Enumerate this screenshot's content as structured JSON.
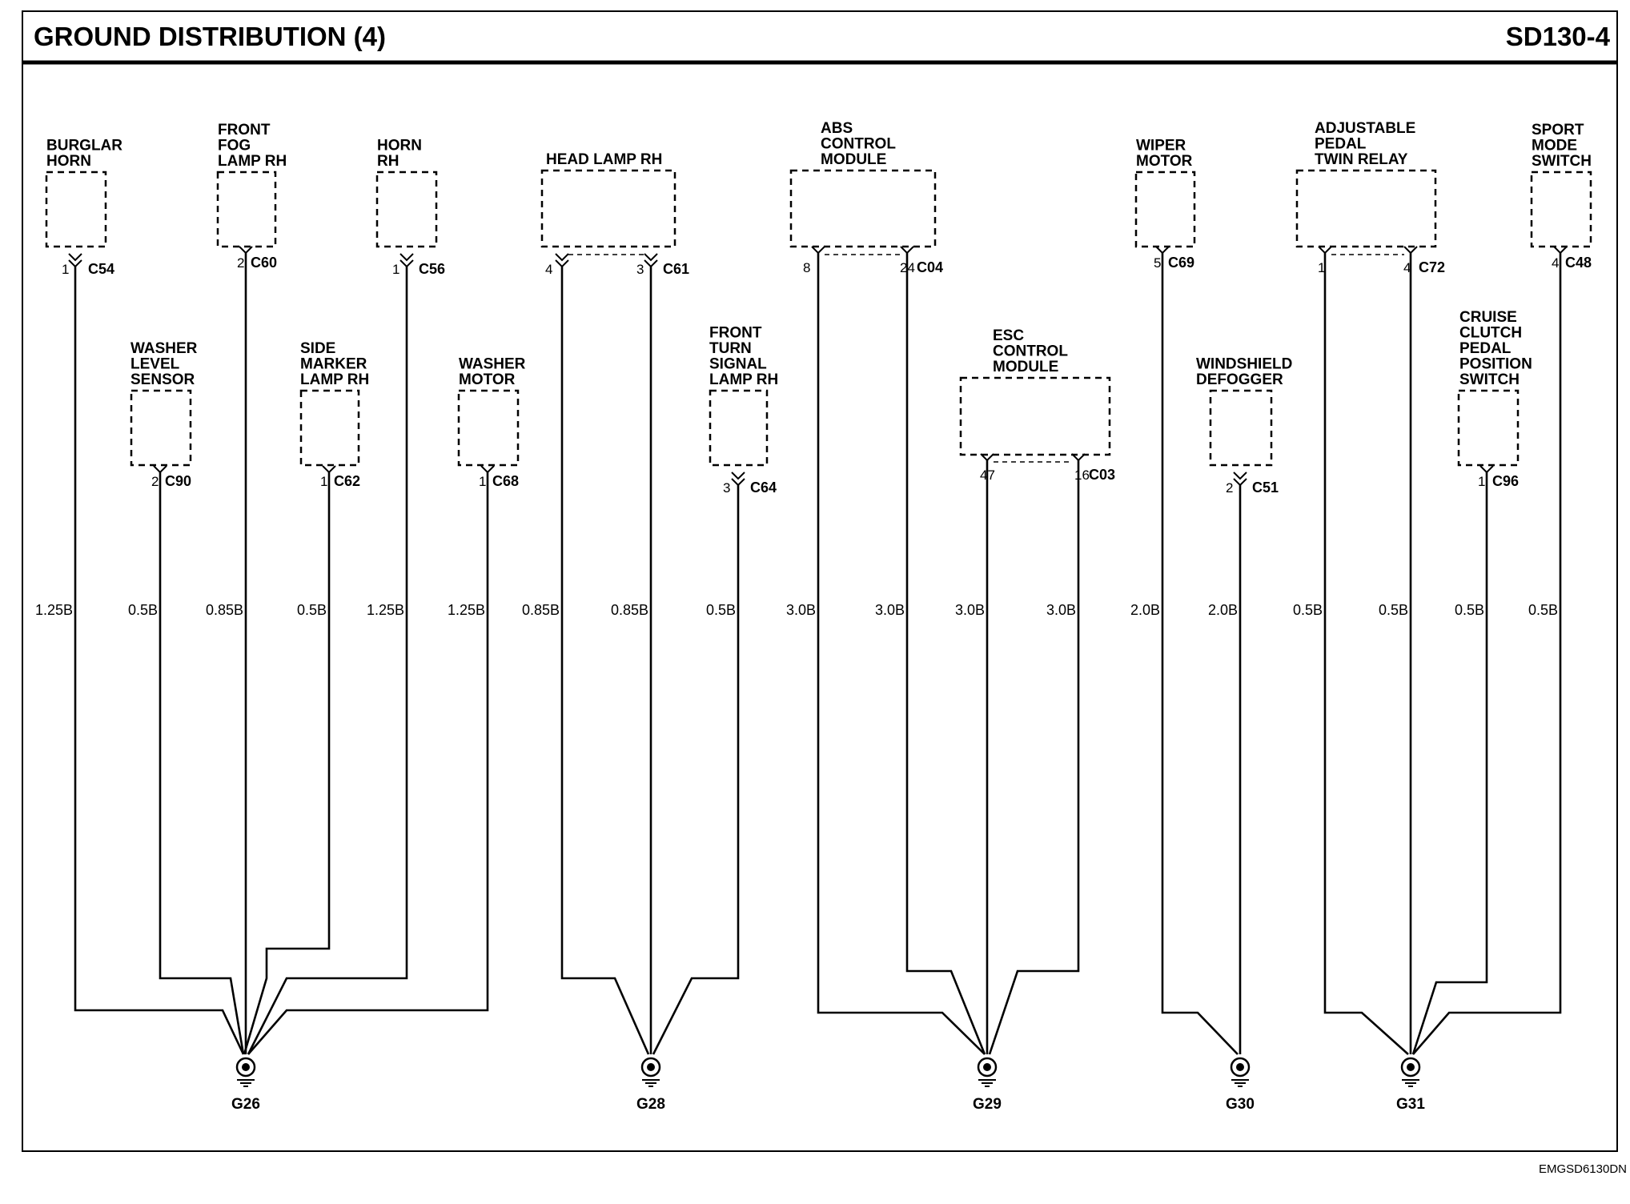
{
  "header": {
    "title": "GROUND DISTRIBUTION (4)",
    "page_code": "SD130-4"
  },
  "footer": {
    "doc_code": "EMGSD6130DN"
  },
  "components": [
    {
      "id": "burglar-horn",
      "label": [
        "BURGLAR",
        "HORN"
      ]
    },
    {
      "id": "front-fog-lamp-rh",
      "label": [
        "FRONT",
        "FOG",
        "LAMP RH"
      ]
    },
    {
      "id": "horn-rh",
      "label": [
        "HORN",
        "RH"
      ]
    },
    {
      "id": "washer-level-sensor",
      "label": [
        "WASHER",
        "LEVEL",
        "SENSOR"
      ]
    },
    {
      "id": "side-marker-lamp-rh",
      "label": [
        "SIDE",
        "MARKER",
        "LAMP RH"
      ]
    },
    {
      "id": "washer-motor",
      "label": [
        "WASHER",
        "MOTOR"
      ]
    },
    {
      "id": "head-lamp-rh",
      "label": [
        "HEAD LAMP RH"
      ]
    },
    {
      "id": "front-turn-signal-lamp-rh",
      "label": [
        "FRONT",
        "TURN",
        "SIGNAL",
        "LAMP RH"
      ]
    },
    {
      "id": "abs-control-module",
      "label": [
        "ABS",
        "CONTROL",
        "MODULE"
      ]
    },
    {
      "id": "esc-control-module",
      "label": [
        "ESC",
        "CONTROL",
        "MODULE"
      ]
    },
    {
      "id": "wiper-motor",
      "label": [
        "WIPER",
        "MOTOR"
      ]
    },
    {
      "id": "windshield-defogger",
      "label": [
        "WINDSHIELD",
        "DEFOGGER"
      ]
    },
    {
      "id": "adjustable-pedal-twin-relay",
      "label": [
        "ADJUSTABLE",
        "PEDAL",
        "TWIN RELAY"
      ]
    },
    {
      "id": "cruise-clutch-pedal-position-switch",
      "label": [
        "CRUISE",
        "CLUTCH",
        "PEDAL",
        "POSITION",
        "SWITCH"
      ]
    },
    {
      "id": "sport-mode-switch",
      "label": [
        "SPORT",
        "MODE",
        "SWITCH"
      ]
    }
  ],
  "connectors": [
    {
      "id": "C54",
      "pins": [
        "1"
      ]
    },
    {
      "id": "C60",
      "pins": [
        "2"
      ]
    },
    {
      "id": "C56",
      "pins": [
        "1"
      ]
    },
    {
      "id": "C90",
      "pins": [
        "2"
      ]
    },
    {
      "id": "C62",
      "pins": [
        "1"
      ]
    },
    {
      "id": "C68",
      "pins": [
        "1"
      ]
    },
    {
      "id": "C61",
      "pins": [
        "4",
        "3"
      ]
    },
    {
      "id": "C64",
      "pins": [
        "3"
      ]
    },
    {
      "id": "C04",
      "pins": [
        "8",
        "24"
      ]
    },
    {
      "id": "C03",
      "pins": [
        "47",
        "16"
      ]
    },
    {
      "id": "C69",
      "pins": [
        "5"
      ]
    },
    {
      "id": "C51",
      "pins": [
        "2"
      ]
    },
    {
      "id": "C72",
      "pins": [
        "1",
        "4"
      ]
    },
    {
      "id": "C96",
      "pins": [
        "1"
      ]
    },
    {
      "id": "C48",
      "pins": [
        "4"
      ]
    }
  ],
  "wires": [
    {
      "from": "C54-1",
      "spec": "1.25B",
      "ground": "G26"
    },
    {
      "from": "C90-2",
      "spec": "0.5B",
      "ground": "G26"
    },
    {
      "from": "C60-2",
      "spec": "0.85B",
      "ground": "G26"
    },
    {
      "from": "C62-1",
      "spec": "0.5B",
      "ground": "G26"
    },
    {
      "from": "C56-1",
      "spec": "1.25B",
      "ground": "G26"
    },
    {
      "from": "C68-1",
      "spec": "1.25B",
      "ground": "G26"
    },
    {
      "from": "C61-4",
      "spec": "0.85B",
      "ground": "G28"
    },
    {
      "from": "C61-3",
      "spec": "0.85B",
      "ground": "G28"
    },
    {
      "from": "C64-3",
      "spec": "0.5B",
      "ground": "G28"
    },
    {
      "from": "C04-8",
      "spec": "3.0B",
      "ground": "G29"
    },
    {
      "from": "C04-24",
      "spec": "3.0B",
      "ground": "G29"
    },
    {
      "from": "C03-47",
      "spec": "3.0B",
      "ground": "G29"
    },
    {
      "from": "C03-16",
      "spec": "3.0B",
      "ground": "G29"
    },
    {
      "from": "C69-5",
      "spec": "2.0B",
      "ground": "G30"
    },
    {
      "from": "C51-2",
      "spec": "2.0B",
      "ground": "G30"
    },
    {
      "from": "C72-1",
      "spec": "0.5B",
      "ground": "G31"
    },
    {
      "from": "C72-4",
      "spec": "0.5B",
      "ground": "G31"
    },
    {
      "from": "C96-1",
      "spec": "0.5B",
      "ground": "G31"
    },
    {
      "from": "C48-4",
      "spec": "0.5B",
      "ground": "G31"
    }
  ],
  "grounds": [
    "G26",
    "G28",
    "G29",
    "G30",
    "G31"
  ]
}
